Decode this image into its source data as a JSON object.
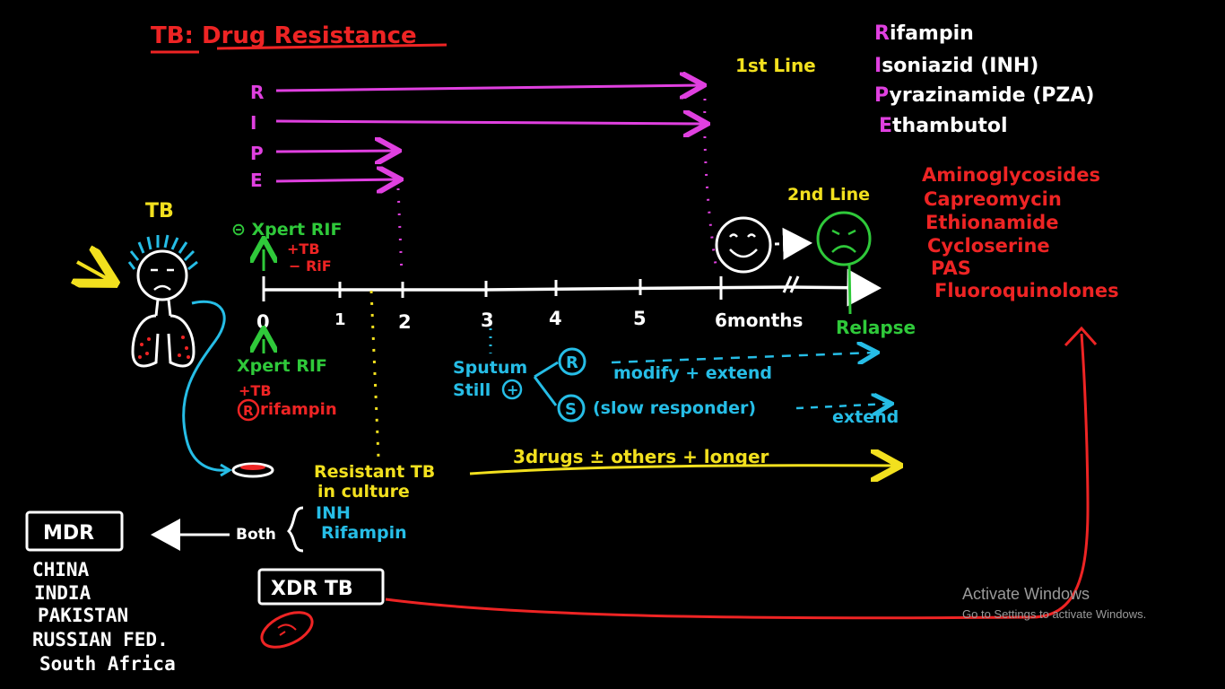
{
  "colors": {
    "background": "#000000",
    "red": "#ee2424",
    "magenta": "#e040e0",
    "yellow": "#f2e01e",
    "green": "#2fc93a",
    "cyan": "#26bde6",
    "white": "#ffffff",
    "gray_watermark": "#9a9a9a"
  },
  "title": "TB: Drug Resistance",
  "ripe_letters": [
    "R",
    "I",
    "P",
    "E"
  ],
  "first_line": {
    "label": "1st Line",
    "drugs": [
      {
        "initial": "R",
        "rest": "ifampin"
      },
      {
        "initial": "I",
        "rest": "soniazid (INH)"
      },
      {
        "initial": "P",
        "rest": "yrazinamide (PZA)"
      },
      {
        "initial": "E",
        "rest": "thambutol"
      }
    ]
  },
  "second_line": {
    "label": "2nd Line",
    "drugs": [
      "Aminoglycosides",
      "Capreomycin",
      "Ethionamide",
      "Cycloserine",
      "PAS",
      "Fluoroquinolones"
    ]
  },
  "patient": {
    "label": "TB"
  },
  "timeline": {
    "ticks": [
      "0",
      "1",
      "2",
      "3",
      "4",
      "5"
    ],
    "end_label": "6months",
    "relapse": "Relapse"
  },
  "xpert_top": {
    "line1": "⊝ Xpert RIF",
    "line2": "+TB",
    "line3": "− RiF"
  },
  "xpert_bottom": {
    "line1": "Xpert RIF",
    "line2": "+TB",
    "line3_symbol": "R",
    "line3_text": "rifampin"
  },
  "sputum": {
    "line1": "Sputum",
    "line2": "Still",
    "plus": "+",
    "branch_r": "R",
    "branch_r_text": "modify + extend",
    "branch_s": "S",
    "branch_s_text": "(slow responder)",
    "extend": "extend"
  },
  "resistant": {
    "line1": "Resistant TB",
    "line2": "in culture",
    "treatment": "3drugs ± others + longer"
  },
  "mdr": {
    "label": "MDR",
    "both": "Both",
    "drugs": [
      "INH",
      "Rifampin"
    ],
    "countries": [
      "CHINA",
      "INDIA",
      "PAKISTAN",
      "RUSSIAN FED.",
      "South Africa"
    ]
  },
  "xdr": {
    "label": "XDR TB"
  },
  "watermark": {
    "line1": "Activate Windows",
    "line2": "Go to Settings to activate Windows."
  }
}
